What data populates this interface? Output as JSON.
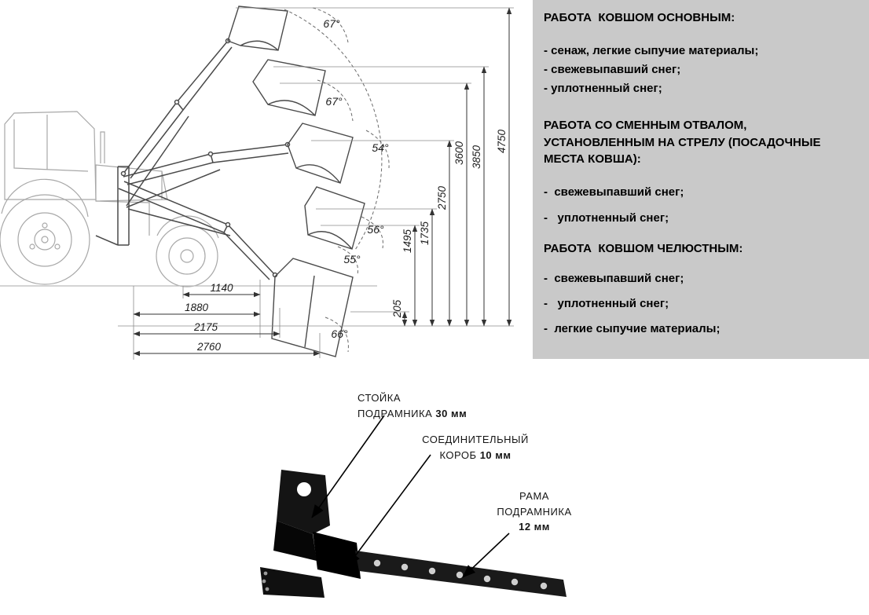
{
  "loader_diagram": {
    "angles": [
      "67°",
      "67°",
      "54°",
      "56°",
      "55°",
      "66°"
    ],
    "vertical_dims": [
      "4750",
      "3850",
      "3600",
      "2750",
      "1735",
      "1495",
      "205"
    ],
    "horizontal_dims": [
      "1140",
      "1880",
      "2175",
      "2760"
    ]
  },
  "info_panel": {
    "sections": [
      {
        "heading": "РАБОТА  КОВШОМ ОСНОВНЫМ:",
        "items": [
          "- сенаж, легкие сыпучие материалы;",
          "- свежевыпавший снег;",
          "- уплотненный снег;"
        ]
      },
      {
        "heading": "РАБОТА СО СМЕННЫМ ОТВАЛОМ, УСТАНОВЛЕННЫМ НА СТРЕЛУ (ПОСАДОЧНЫЕ МЕСТА КОВША):",
        "items": [
          "-  свежевыпавший снег;",
          "-   уплотненный снег;"
        ]
      },
      {
        "heading": "РАБОТА  КОВШОМ ЧЕЛЮСТНЫМ:",
        "items": [
          "-  свежевыпавший снег;",
          "-   уплотненный снег;",
          "-  легкие сыпучие материалы;"
        ]
      }
    ]
  },
  "subframe_diagram": {
    "labels": [
      {
        "line1": "СТОЙКА",
        "line2": "ПОДРАМНИКА",
        "thickness": "30 мм"
      },
      {
        "line1": "СОЕДИНИТЕЛЬНЫЙ",
        "line2": "КОРОБ",
        "thickness": "10 мм"
      },
      {
        "line1": "РАМА",
        "line2": "ПОДРАМНИКА",
        "thickness": "12 мм"
      }
    ]
  },
  "colors": {
    "panel_bg": "#c9c9c9",
    "dimension_line": "#333333",
    "tractor_line": "#a8a8a8",
    "part_fill": "#121212"
  }
}
